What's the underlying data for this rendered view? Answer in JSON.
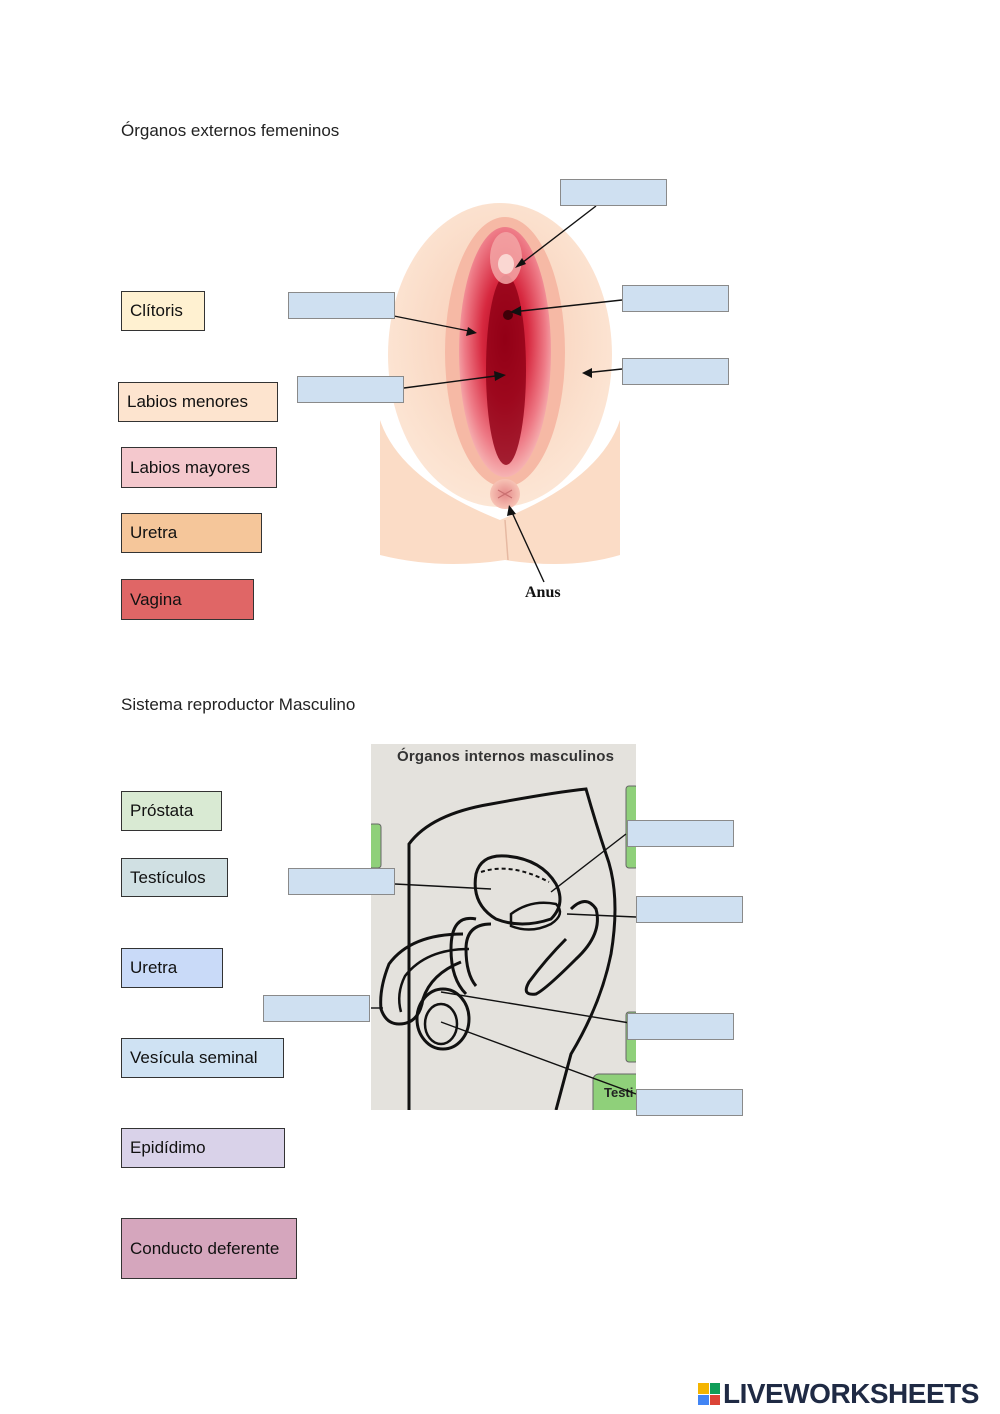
{
  "female_section": {
    "title": "Órganos externos femeninos",
    "figure_label": "Anus",
    "labels": [
      {
        "text": "Clítoris",
        "color": "#fff1d1"
      },
      {
        "text": "Labios menores",
        "color": "#fde4cf"
      },
      {
        "text": "Labios mayores",
        "color": "#f4c8cd"
      },
      {
        "text": "Uretra",
        "color": "#f5c69a"
      },
      {
        "text": "Vagina",
        "color": "#e06666"
      }
    ]
  },
  "male_section": {
    "title": "Sistema reproductor Masculino",
    "figure_caption": "Órganos internos masculinos",
    "figure_fragment": "Testi",
    "labels": [
      {
        "text": "Próstata",
        "color": "#d9ead3"
      },
      {
        "text": "Testículos",
        "color": "#d0e0e3"
      },
      {
        "text": "Uretra",
        "color": "#c9daf8"
      },
      {
        "text": "Vesícula seminal",
        "color": "#cfe2f3"
      },
      {
        "text": "Epidídimo",
        "color": "#d9d2e9"
      },
      {
        "text": "Conducto deferente",
        "color": "#d5a6bd"
      }
    ]
  },
  "brand": {
    "text": "LIVEWORKSHEETS"
  }
}
